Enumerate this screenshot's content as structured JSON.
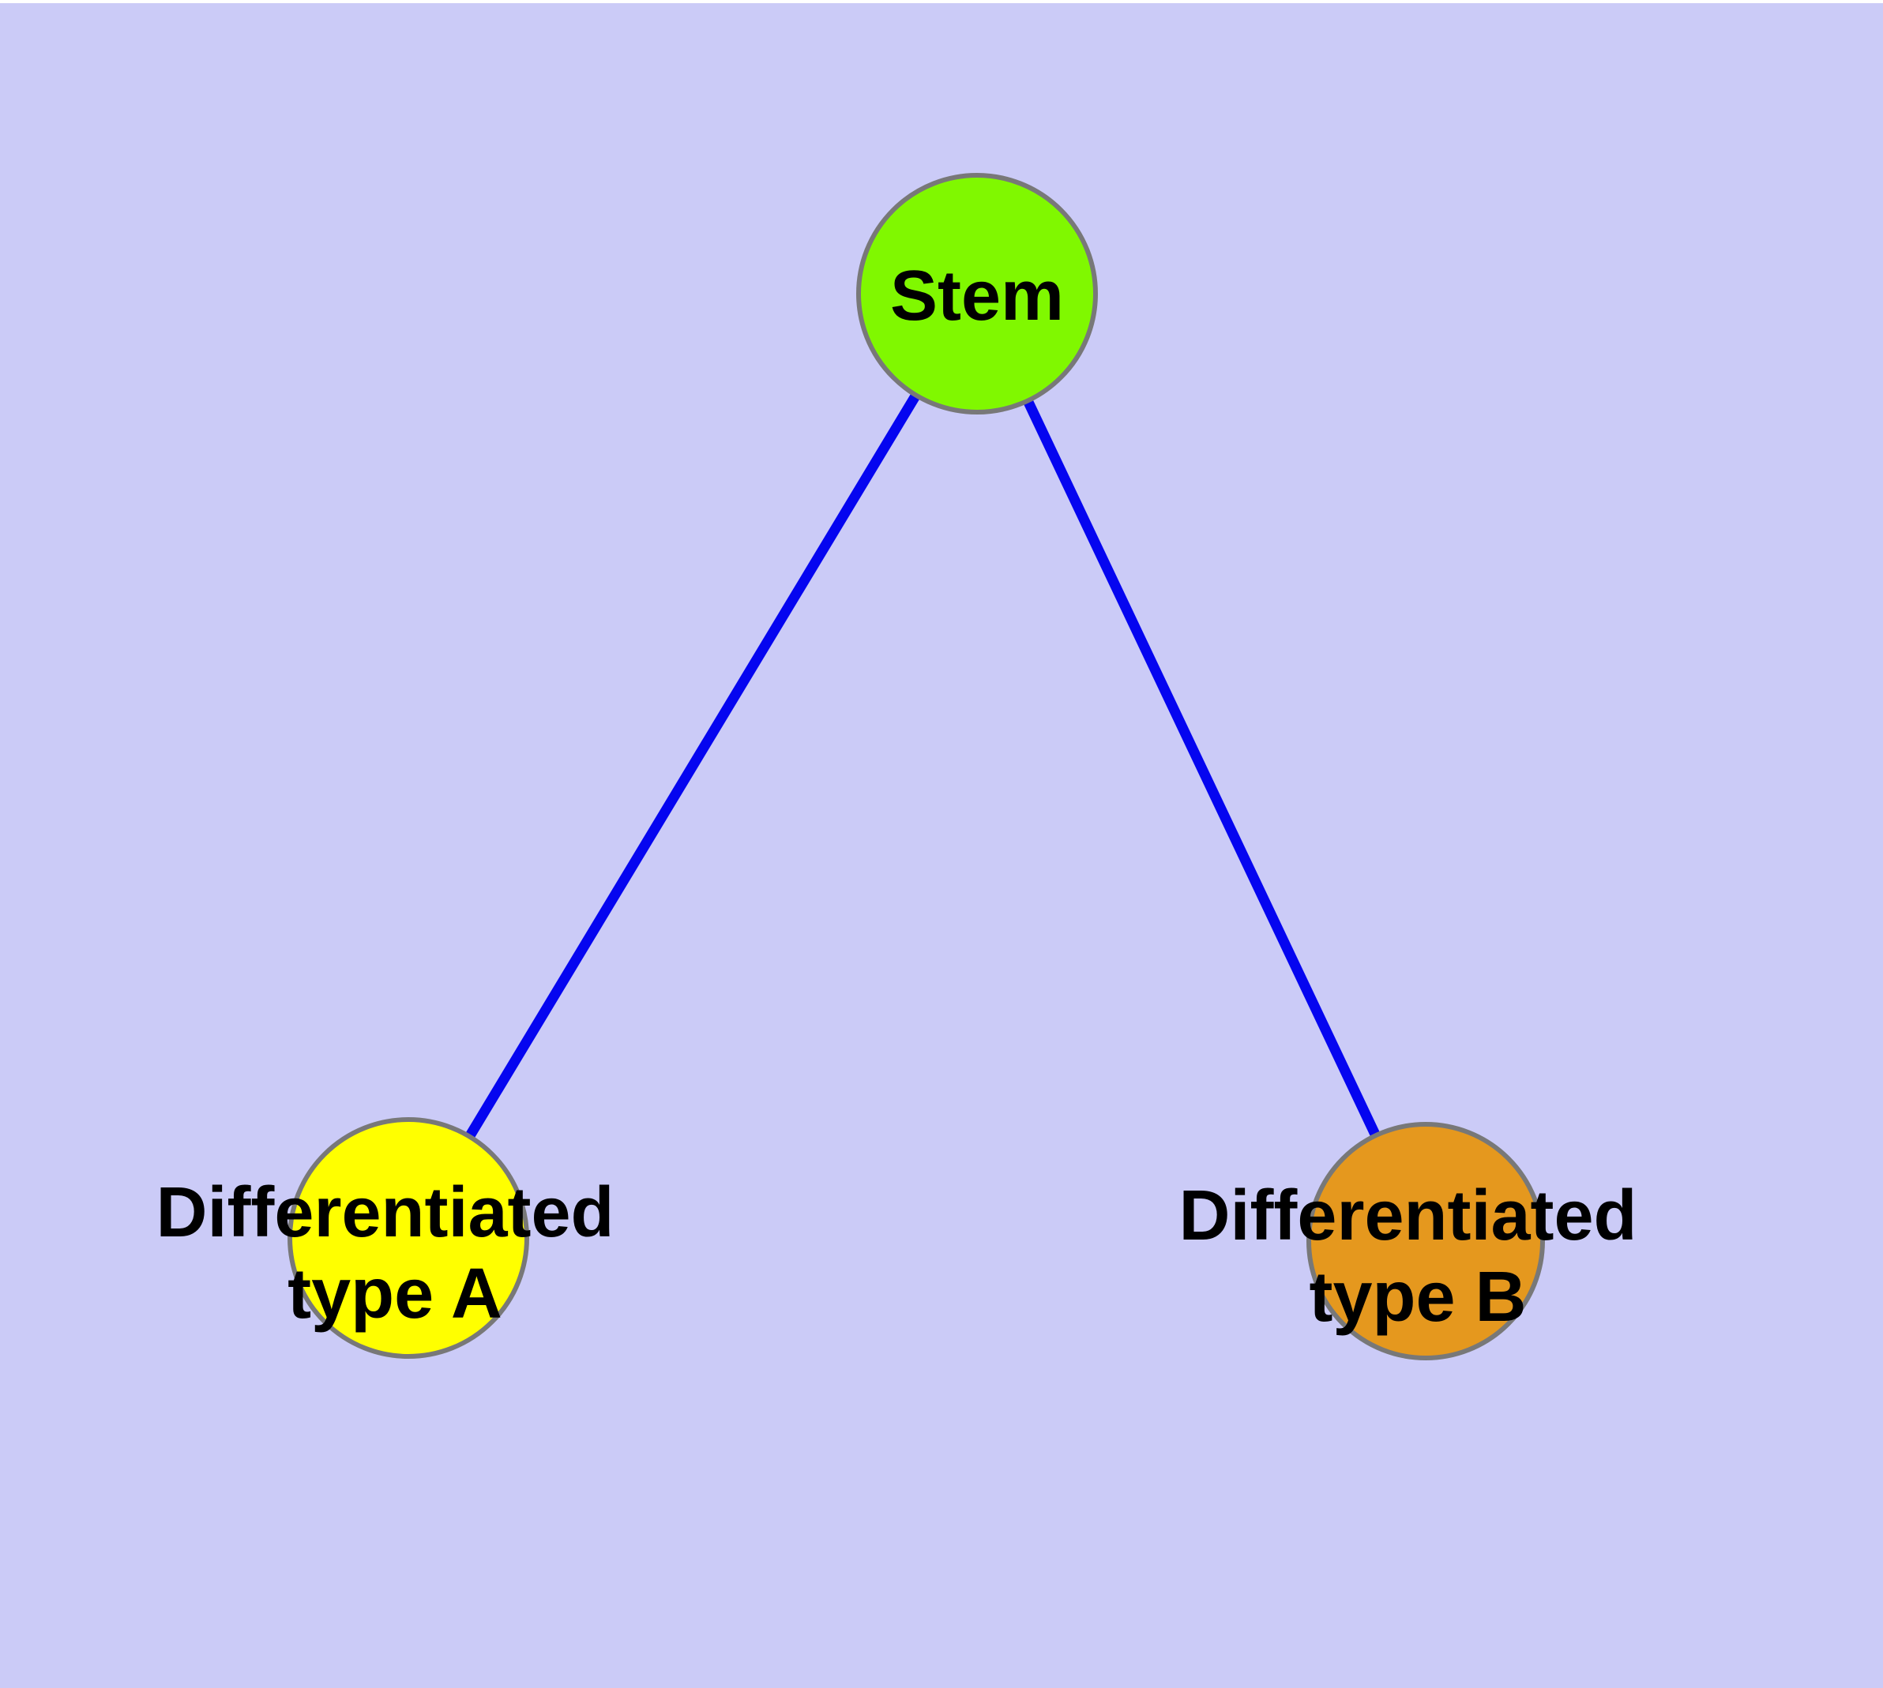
{
  "diagram": {
    "description": "Stem cell differentiation graph: one stem node linked to two differentiated cell type nodes",
    "background_color": "#CBCBF7",
    "edge_color": "#0505F0",
    "node_border_color": "#787878",
    "text_color": "#000000",
    "nodes": [
      {
        "id": "stem",
        "label": "Stem",
        "label_lines": [
          "Stem"
        ],
        "fill_color": "#80F800"
      },
      {
        "id": "differentiated-type-a",
        "label": "Differentiated type A",
        "label_lines": [
          "Differentiated",
          "type A"
        ],
        "fill_color": "#FFFF00"
      },
      {
        "id": "differentiated-type-b",
        "label": "Differentiated type B",
        "label_lines": [
          "Differentiated",
          "type B"
        ],
        "fill_color": "#E5981E"
      }
    ],
    "edges": [
      {
        "from": "stem",
        "to": "differentiated-type-a"
      },
      {
        "from": "stem",
        "to": "differentiated-type-b"
      }
    ]
  }
}
